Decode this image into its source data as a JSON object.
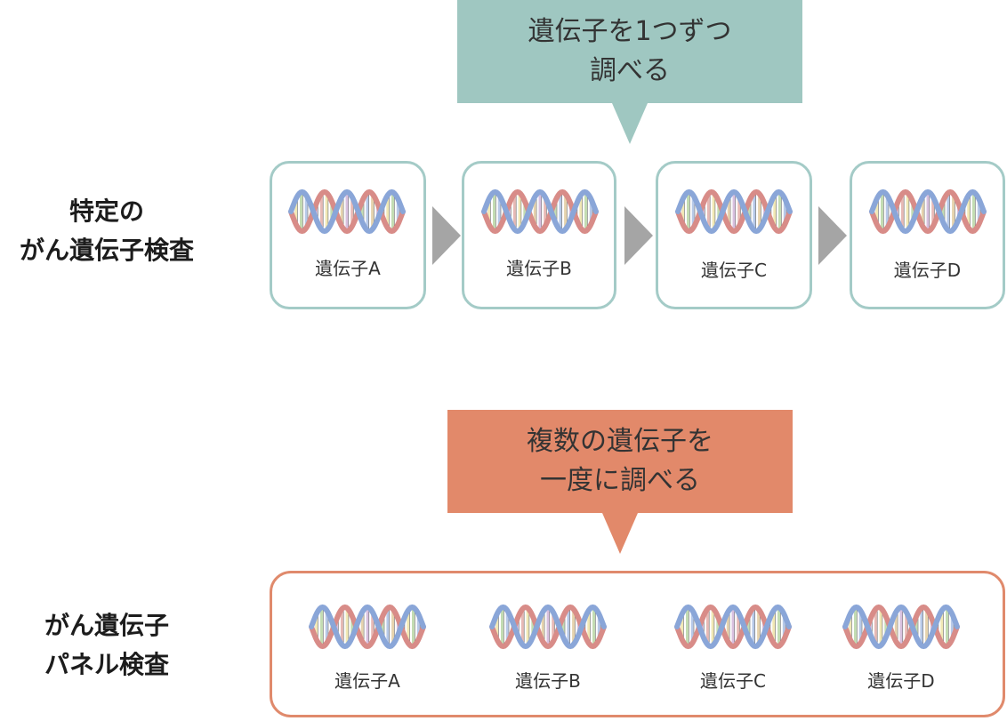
{
  "colors": {
    "teal_box": "#9fc7c1",
    "teal_border": "#a4cbc7",
    "orange_box": "#e2896a",
    "orange_border": "#e08a6c",
    "arrow_gray": "#a5a5a5",
    "dna_red": "#d88c88",
    "dna_blue": "#8aa6d8"
  },
  "single_test": {
    "label_lines": [
      "特定の",
      "がん遺伝子検査"
    ],
    "callout_lines": [
      "遺伝子を1つずつ",
      "調べる"
    ],
    "genes": [
      "遺伝子A",
      "遺伝子B",
      "遺伝子C",
      "遺伝子D"
    ]
  },
  "panel_test": {
    "label_lines": [
      "がん遺伝子",
      "パネル検査"
    ],
    "callout_lines": [
      "複数の遺伝子を",
      "一度に調べる"
    ],
    "genes": [
      "遺伝子A",
      "遺伝子B",
      "遺伝子C",
      "遺伝子D"
    ]
  },
  "icons": {
    "gene": "dna-icon",
    "step": "arrow-right-icon"
  }
}
